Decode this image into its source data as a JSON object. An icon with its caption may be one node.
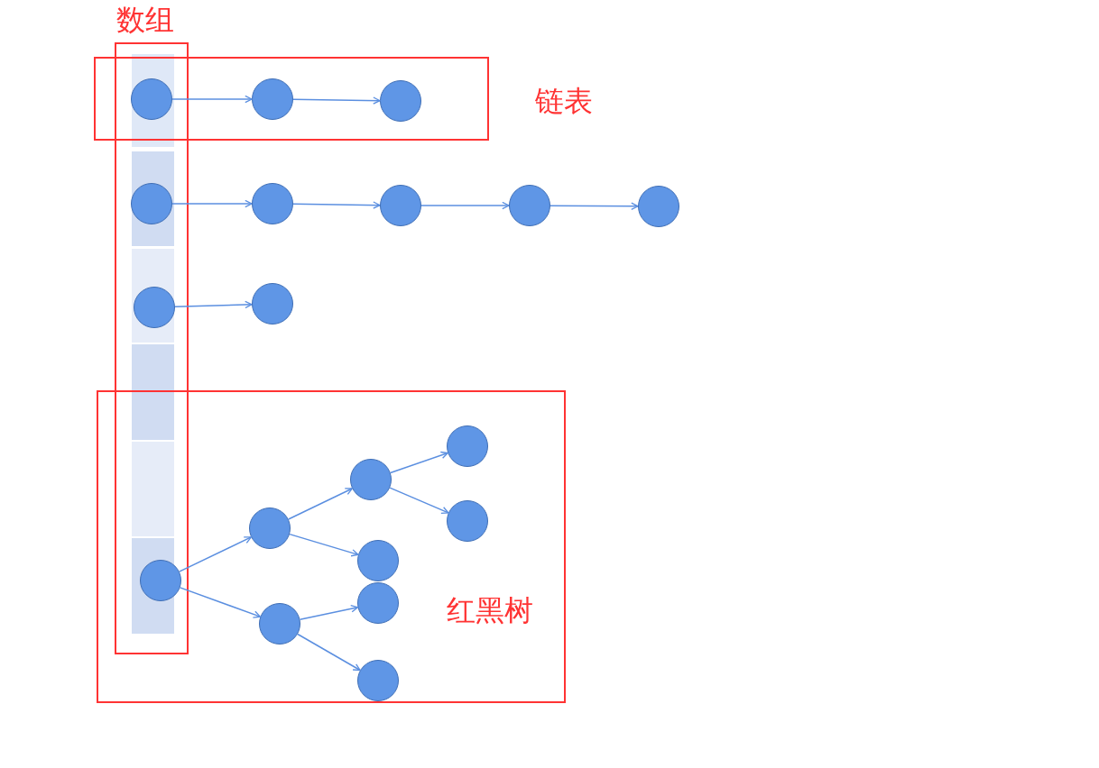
{
  "diagram": {
    "nodes": [
      {
        "text": [
          "数组"
        ]
      },
      {
        "text": [
          "链表"
        ]
      },
      {
        "text": [
          "红黑树"
        ]
      },
      {
        "text": [],
        "shape": "bar",
        "in": 0
      },
      {
        "text": [],
        "shape": "bar",
        "in": 0
      },
      {
        "text": [],
        "shape": "bar",
        "in": 0
      },
      {
        "text": [],
        "shape": "bar",
        "in": 0
      },
      {
        "text": [],
        "shape": "bar"
      },
      {
        "text": [],
        "shape": "bar"
      },
      {
        "text": [],
        "shape": "circle",
        "in": 3
      },
      {
        "text": [],
        "shape": "circle",
        "in": 1
      },
      {
        "text": [],
        "shape": "circle",
        "in": 1
      },
      {
        "text": [],
        "shape": "circle",
        "in": 4
      },
      {
        "text": [],
        "shape": "circle"
      },
      {
        "text": [],
        "shape": "circle"
      },
      {
        "text": [],
        "shape": "circle"
      },
      {
        "text": [],
        "shape": "circle"
      },
      {
        "text": [],
        "shape": "circle",
        "in": 5
      },
      {
        "text": [],
        "shape": "circle"
      },
      {
        "text": [],
        "shape": "circle"
      },
      {
        "text": [],
        "shape": "circle",
        "in": 2
      },
      {
        "text": [],
        "shape": "circle",
        "in": 2
      },
      {
        "text": [],
        "shape": "circle",
        "in": 2
      },
      {
        "text": [],
        "shape": "circle",
        "in": 2
      },
      {
        "text": [],
        "shape": "circle",
        "in": 2
      },
      {
        "text": [],
        "shape": "circle",
        "in": 2
      },
      {
        "text": [],
        "shape": "circle",
        "in": 2
      },
      {
        "text": [],
        "shape": "circle",
        "in": 2
      }
    ],
    "edges": [
      {
        "from": 9,
        "to": 10,
        "arrow": "to"
      },
      {
        "from": 10,
        "to": 11,
        "arrow": "to"
      },
      {
        "from": 12,
        "to": 13,
        "arrow": "to"
      },
      {
        "from": 13,
        "to": 14,
        "arrow": "to"
      },
      {
        "from": 14,
        "to": 15,
        "arrow": "to"
      },
      {
        "from": 15,
        "to": 16,
        "arrow": "to"
      },
      {
        "from": 17,
        "to": 18,
        "arrow": "to"
      },
      {
        "from": 19,
        "to": 20,
        "arrow": "to"
      },
      {
        "from": 19,
        "to": 21,
        "arrow": "to"
      },
      {
        "from": 20,
        "to": 22,
        "arrow": "to"
      },
      {
        "from": 20,
        "to": 23,
        "arrow": "to"
      },
      {
        "from": 22,
        "to": 26,
        "arrow": "to"
      },
      {
        "from": 22,
        "to": 27,
        "arrow": "to"
      },
      {
        "from": 21,
        "to": 24,
        "arrow": "to"
      },
      {
        "from": 21,
        "to": 25,
        "arrow": "to"
      }
    ]
  }
}
